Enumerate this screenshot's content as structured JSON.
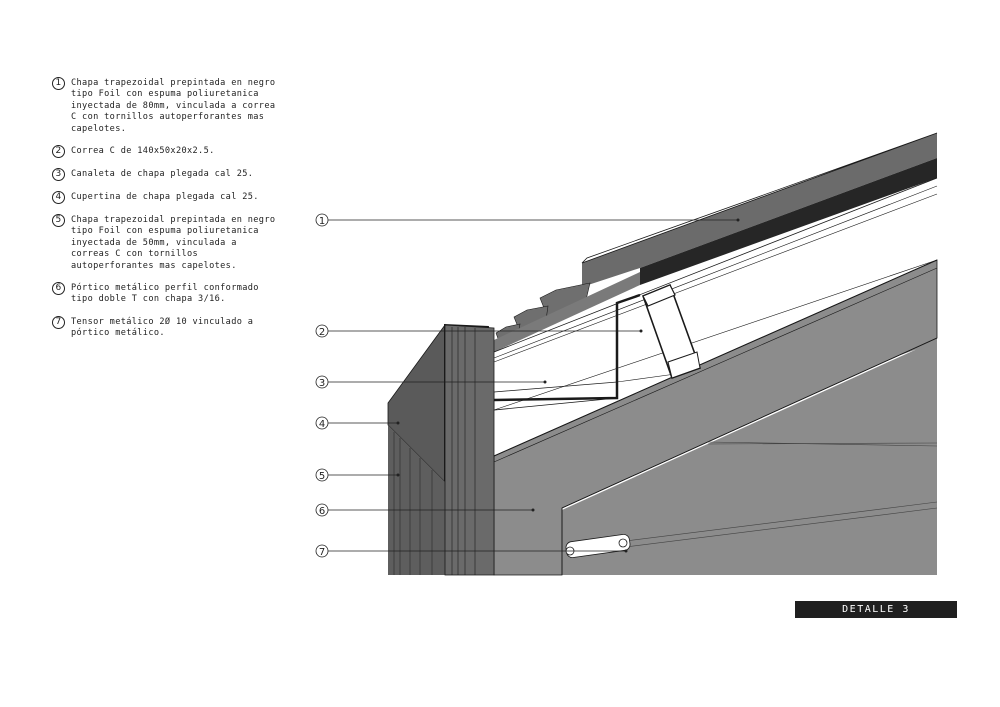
{
  "legend": {
    "items": [
      {
        "number": "1",
        "text": "Chapa trapezoidal prepintada en negro\ntipo Foil con espuma poliuretanica\ninyectada de 80mm, vinculada a correa\nC con tornillos autoperforantes mas\ncapelotes."
      },
      {
        "number": "2",
        "text": "Correa C de 140x50x20x2.5."
      },
      {
        "number": "3",
        "text": "Canaleta de chapa plegada cal 25."
      },
      {
        "number": "4",
        "text": "Cupertina de chapa plegada cal 25."
      },
      {
        "number": "5",
        "text": "Chapa trapezoidal prepintada en negro\ntipo Foil con espuma poliuretanica\ninyectada de 50mm, vinculada a\ncorreas C con tornillos\nautoperforantes mas capelotes."
      },
      {
        "number": "6",
        "text": "Pórtico metálico perfil conformado\ntipo doble T con chapa 3/16."
      },
      {
        "number": "7",
        "text": "Tensor metálico 2Ø 10 vinculado a\npórtico metálico."
      }
    ]
  },
  "callouts": [
    {
      "number": "1"
    },
    {
      "number": "2"
    },
    {
      "number": "3"
    },
    {
      "number": "4"
    },
    {
      "number": "5"
    },
    {
      "number": "6"
    },
    {
      "number": "7"
    }
  ],
  "title": "DETALLE 3",
  "colors": {
    "roof_panel": "#6b6b6b",
    "roof_dark": "#262626",
    "portal": "#8c8c8c",
    "flashing": "#5a5a5a",
    "wall_panel": "#5e5e5e",
    "line": "#1a1a1a",
    "title_bg": "#1f1f1f"
  }
}
